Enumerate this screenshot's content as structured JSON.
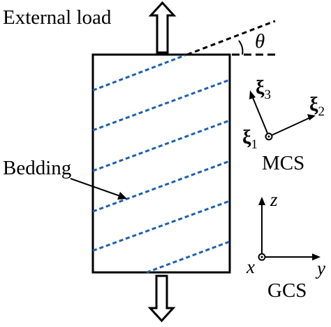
{
  "diagram": {
    "labels": {
      "external_load": "External load",
      "bedding": "Bedding",
      "theta": "θ",
      "mcs": "MCS",
      "gcs": "GCS"
    },
    "mcs_axes": {
      "xi1": "ξ",
      "xi1_sub": "1",
      "xi2": "ξ",
      "xi2_sub": "2",
      "xi3": "ξ",
      "xi3_sub": "3"
    },
    "gcs_axes": {
      "x": "x",
      "y": "y",
      "z": "z"
    },
    "colors": {
      "bedding_lines": "#1f5fae",
      "outline": "#000000"
    }
  }
}
